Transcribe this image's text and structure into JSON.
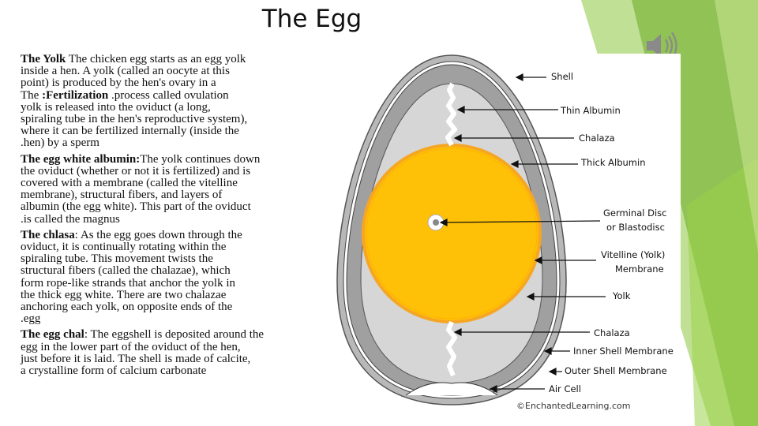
{
  "slide": {
    "title": "The Egg",
    "paragraphs": [
      {
        "heading": "The Yolk",
        "lines": [
          " The chicken egg starts as an egg yolk",
          "inside a hen. A yolk (called an oocyte at this",
          "point) is produced by the hen's ovary in a",
          "yolk is released into the oviduct (a long,",
          "spiraling tube in the hen's reproductive system),",
          "where it can be fertilized internally (inside the",
          " .hen) by a sperm"
        ],
        "line4_prefix": "The ",
        "line4_bold": " :Fertilization",
        "line4_suffix": " .process called ovulation"
      },
      {
        "heading": "The egg white albumin:",
        "lines": [
          "The yolk continues down",
          "the oviduct (whether or not it is fertilized) and is",
          "covered with a membrane (called the vitelline",
          "membrane), structural fibers, and layers of",
          "albumin (the egg white). This part of the oviduct",
          " .is called the magnus"
        ]
      },
      {
        "heading": "The chlasa",
        "lines": [
          ": As the egg goes down through the",
          "oviduct, it is continually rotating within the",
          "spiraling tube. This movement twists the",
          "structural fibers (called the chalazae), which",
          "form rope-like strands that anchor the yolk in",
          "the thick egg white. There are two chalazae",
          "anchoring each yolk, on opposite ends of the",
          " .egg"
        ]
      },
      {
        "heading": "The egg chal",
        "lines": [
          ": The eggshell is deposited around the",
          "egg in the lower part of the oviduct of the hen,",
          "just before it is laid. The shell is made of calcite,",
          " a crystalline form of calcium carbonate"
        ]
      }
    ]
  },
  "diagram": {
    "labels": {
      "shell": "Shell",
      "thin_albumin": "Thin Albumin",
      "chalaza_top": "Chalaza",
      "thick_albumin": "Thick Albumin",
      "germinal_1": "Germinal Disc",
      "germinal_2": "or Blastodisc",
      "vitelline_1": "Vitelline (Yolk)",
      "vitelline_2": "Membrane",
      "yolk": "Yolk",
      "chalaza_bottom": "Chalaza",
      "inner_membrane": "Inner Shell Membrane",
      "outer_membrane": "Outer Shell Membrane",
      "air_cell": "Air Cell"
    },
    "copyright": "©EnchantedLearning.com"
  },
  "icons": {
    "audio": "speaker-icon"
  },
  "colors": {
    "accent_green": "#8dc63f",
    "yolk": "#ffc107",
    "yolk_rim": "#f5a623",
    "shell_gray": "#a9a9a9"
  }
}
